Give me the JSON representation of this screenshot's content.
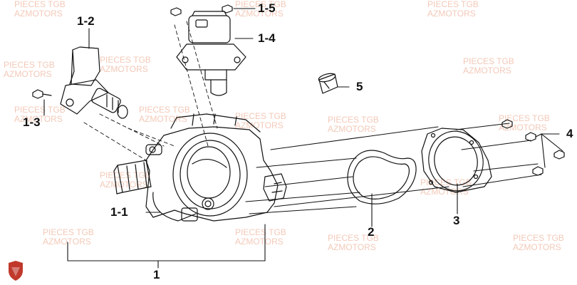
{
  "watermark": {
    "line1": "PIECES TGB",
    "line2": "AZMOTORS"
  },
  "callouts": {
    "c1": "1",
    "c1_1": "1-1",
    "c1_2": "1-2",
    "c1_3": "1-3",
    "c1_4": "1-4",
    "c1_5": "1-5",
    "c2": "2",
    "c3": "3",
    "c4": "4",
    "c5": "5"
  },
  "colors": {
    "line": "#111111",
    "watermark": "#f3c9b8",
    "logo": "#c0392b"
  }
}
